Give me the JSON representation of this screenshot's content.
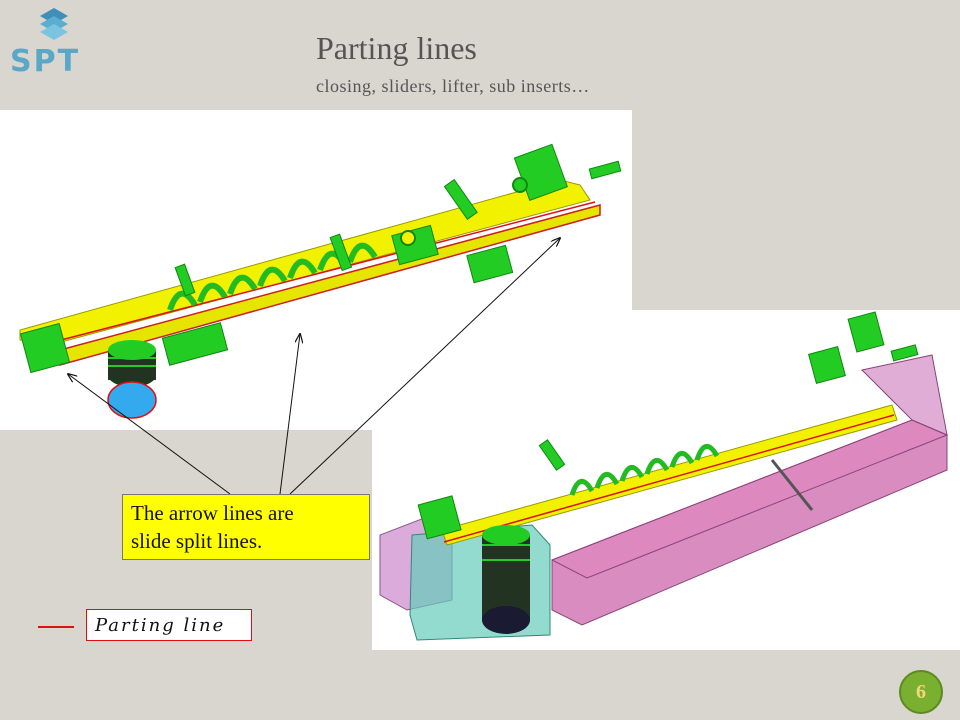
{
  "logo": {
    "text": "SPT"
  },
  "slide": {
    "title": "Parting lines",
    "subtitle": "closing, sliders, lifter, sub inserts…"
  },
  "callout": {
    "line1": "The arrow lines are",
    "line2": "slide split lines."
  },
  "legend": {
    "label": "Parting line",
    "line_color": "#e01010"
  },
  "page_number": "6",
  "colors": {
    "background": "#d9d5cf",
    "part_yellow": "#f2f200",
    "feature_green": "#22cc22",
    "slider_magenta": "#cc66aa",
    "insert_teal": "#66ccbb",
    "bore_blue": "#33aaee"
  }
}
